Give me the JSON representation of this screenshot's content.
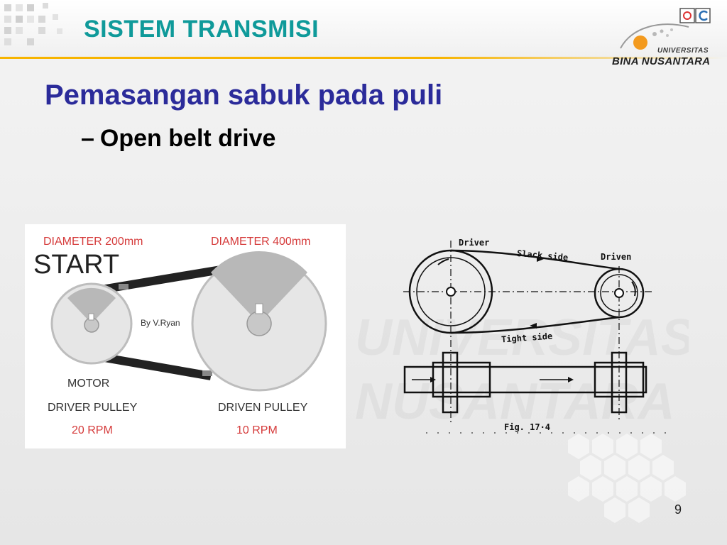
{
  "header": {
    "title": "SISTEM TRANSMISI"
  },
  "logo": {
    "line1": "UNIVERSITAS",
    "line2": "BINA NUSANTARA"
  },
  "content": {
    "heading": "Pemasangan sabuk pada puli",
    "subpoint_dash": "–",
    "subpoint": "Open belt drive"
  },
  "figure_left": {
    "diameter_left": "DIAMETER 200mm",
    "diameter_right": "DIAMETER 400mm",
    "start": "START",
    "credit": "By V.Ryan",
    "motor": "MOTOR",
    "driver_pulley": "DRIVER PULLEY",
    "driver_rpm": "20 RPM",
    "driven_pulley": "DRIVEN PULLEY",
    "driven_rpm": "10 RPM"
  },
  "figure_right": {
    "driver": "Driver",
    "slack_side": "Slack side",
    "driven": "Driven",
    "tight_side": "Tight side",
    "caption": "Fig. 17·4"
  },
  "watermark": {
    "line1": "UNIVERSITAS",
    "line2": "NUSANTARA"
  },
  "footer": {
    "page_number": "9"
  },
  "colors": {
    "title": "#0f9a9a",
    "heading": "#2b2b9a",
    "accent_rule": "#f7b400",
    "diagram_red": "#d53a3a"
  }
}
